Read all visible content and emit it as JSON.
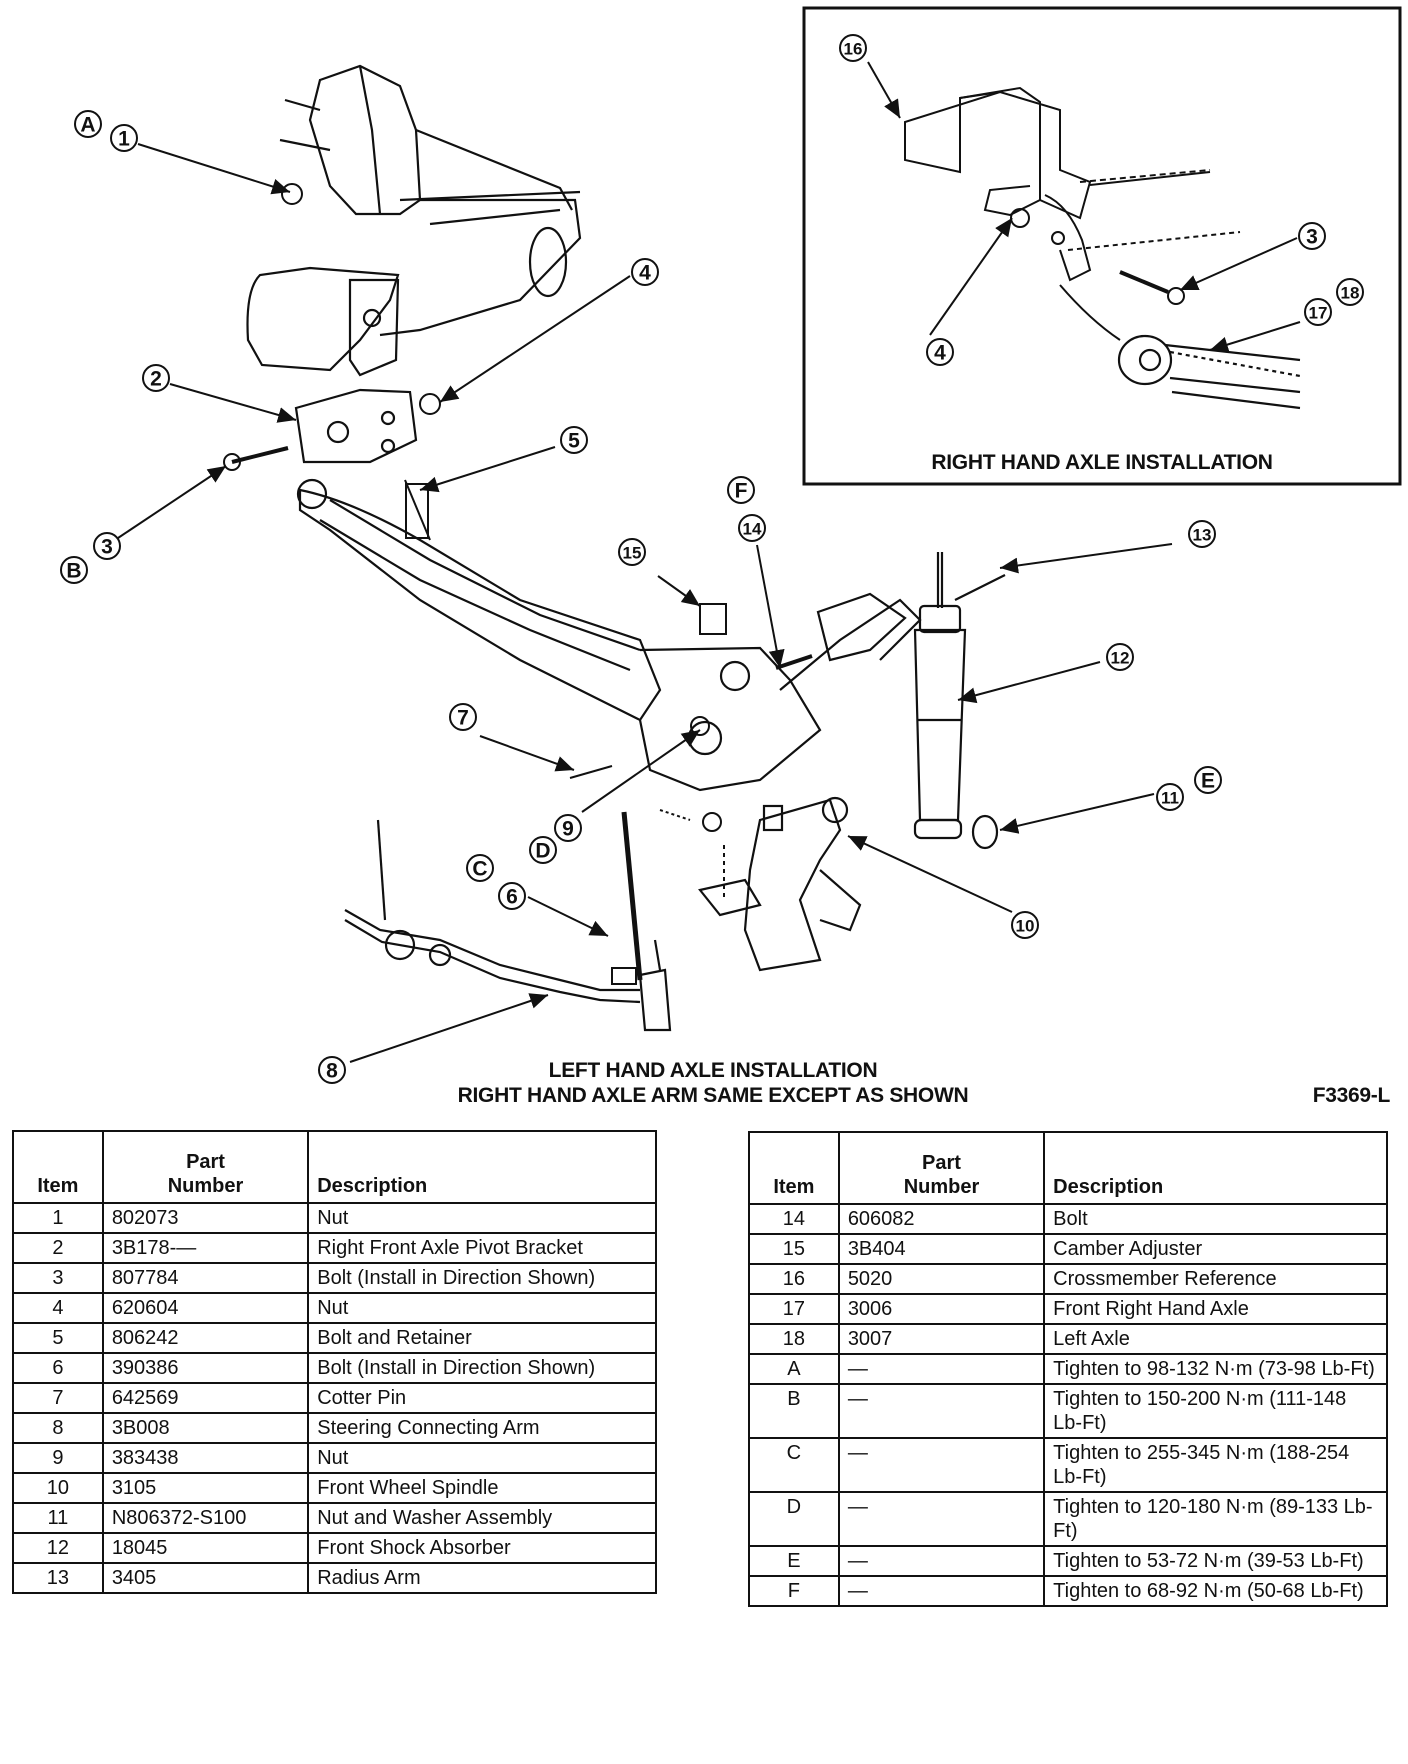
{
  "diagram": {
    "main_caption_line1": "LEFT HAND AXLE INSTALLATION",
    "main_caption_line2": "RIGHT HAND AXLE ARM SAME EXCEPT AS SHOWN",
    "figure_code": "F3369-L",
    "inset_caption": "RIGHT HAND AXLE INSTALLATION",
    "callouts": [
      "1",
      "2",
      "3",
      "4",
      "5",
      "6",
      "7",
      "8",
      "9",
      "10",
      "11",
      "12",
      "13",
      "14",
      "15",
      "16",
      "17",
      "18",
      "A",
      "B",
      "C",
      "D",
      "E",
      "F"
    ]
  },
  "table_headers": {
    "item": "Item",
    "part_line1": "Part",
    "part_line2": "Number",
    "description": "Description"
  },
  "parts_left": [
    {
      "item": "1",
      "part": "802073",
      "desc": "Nut"
    },
    {
      "item": "2",
      "part": "3B178-—",
      "desc": "Right Front Axle Pivot Bracket"
    },
    {
      "item": "3",
      "part": "807784",
      "desc": "Bolt (Install in Direction Shown)"
    },
    {
      "item": "4",
      "part": "620604",
      "desc": "Nut"
    },
    {
      "item": "5",
      "part": "806242",
      "desc": "Bolt and Retainer"
    },
    {
      "item": "6",
      "part": "390386",
      "desc": "Bolt (Install in Direction Shown)"
    },
    {
      "item": "7",
      "part": "642569",
      "desc": "Cotter Pin"
    },
    {
      "item": "8",
      "part": "3B008",
      "desc": "Steering Connecting Arm"
    },
    {
      "item": "9",
      "part": "383438",
      "desc": "Nut"
    },
    {
      "item": "10",
      "part": "3105",
      "desc": "Front Wheel Spindle"
    },
    {
      "item": "11",
      "part": "N806372-S100",
      "desc": "Nut and Washer Assembly"
    },
    {
      "item": "12",
      "part": "18045",
      "desc": "Front Shock Absorber"
    },
    {
      "item": "13",
      "part": "3405",
      "desc": "Radius Arm"
    }
  ],
  "parts_right": [
    {
      "item": "14",
      "part": "606082",
      "desc": "Bolt"
    },
    {
      "item": "15",
      "part": "3B404",
      "desc": "Camber Adjuster"
    },
    {
      "item": "16",
      "part": "5020",
      "desc": "Crossmember Reference"
    },
    {
      "item": "17",
      "part": "3006",
      "desc": "Front Right Hand Axle"
    },
    {
      "item": "18",
      "part": "3007",
      "desc": "Left Axle"
    },
    {
      "item": "A",
      "part": "—",
      "desc": "Tighten to 98-132 N·m (73-98 Lb-Ft)"
    },
    {
      "item": "B",
      "part": "—",
      "desc": "Tighten to 150-200 N·m (111-148 Lb-Ft)"
    },
    {
      "item": "C",
      "part": "—",
      "desc": "Tighten to 255-345 N·m (188-254 Lb-Ft)"
    },
    {
      "item": "D",
      "part": "—",
      "desc": "Tighten to 120-180 N·m (89-133 Lb-Ft)"
    },
    {
      "item": "E",
      "part": "—",
      "desc": "Tighten to 53-72 N·m (39-53 Lb-Ft)"
    },
    {
      "item": "F",
      "part": "—",
      "desc": "Tighten to 68-92 N·m (50-68 Lb-Ft)"
    }
  ]
}
